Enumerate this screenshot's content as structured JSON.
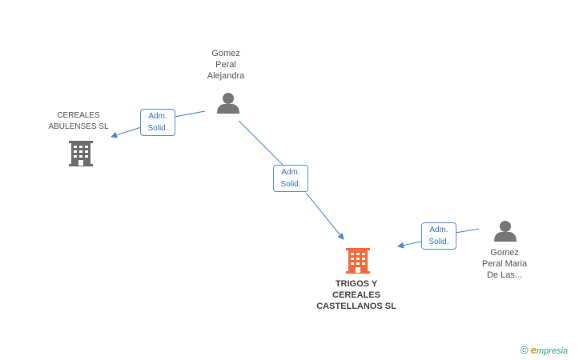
{
  "nodes": {
    "person1": {
      "lines": [
        "Gomez",
        "Peral",
        "Alejandra"
      ],
      "icon": "person-icon"
    },
    "company_abulenses": {
      "lines": [
        "CEREALES",
        "ABULENSES SL"
      ],
      "icon": "building-icon"
    },
    "company_main": {
      "lines": [
        "TRIGOS Y",
        "CEREALES",
        "CASTELLANOS SL"
      ],
      "icon": "building-icon"
    },
    "person2": {
      "lines": [
        "Gomez",
        "Peral Maria",
        "De Las..."
      ],
      "icon": "person-icon"
    }
  },
  "edges": [
    {
      "from": "person1",
      "to": "company_abulenses",
      "label": [
        "Adm.",
        "Solid."
      ]
    },
    {
      "from": "person1",
      "to": "company_main",
      "label": [
        "Adm.",
        "Solid."
      ]
    },
    {
      "from": "person2",
      "to": "company_main",
      "label": [
        "Adm.",
        "Solid."
      ]
    }
  ],
  "colors": {
    "edge": "#4a86d8",
    "person_icon": "#777777",
    "company_icon": "#6d6d6d",
    "main_company_icon": "#f26a3d"
  },
  "footer": {
    "copyright": "©",
    "brand_initial": "e",
    "brand_rest": "mpresia"
  }
}
